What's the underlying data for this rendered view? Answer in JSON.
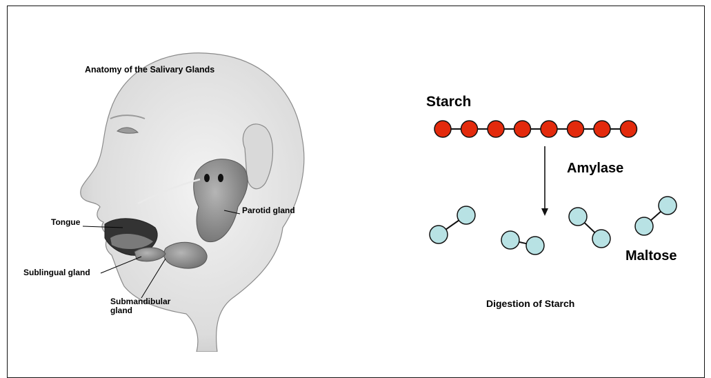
{
  "anatomy": {
    "title": "Anatomy of the Salivary Glands",
    "labels": {
      "tongue": "Tongue",
      "parotid": "Parotid gland",
      "sublingual": "Sublingual gland",
      "submandibular": "Submandibular gland"
    }
  },
  "digestion": {
    "starch_label": "Starch",
    "enzyme_label": "Amylase",
    "product_label": "Maltose",
    "caption": "Digestion of Starch",
    "starch_unit_count": 8,
    "maltose_molecule_count": 4,
    "colors": {
      "starch": "#e32a0c",
      "maltose": "#b8e2e4",
      "outline": "#111111"
    }
  }
}
